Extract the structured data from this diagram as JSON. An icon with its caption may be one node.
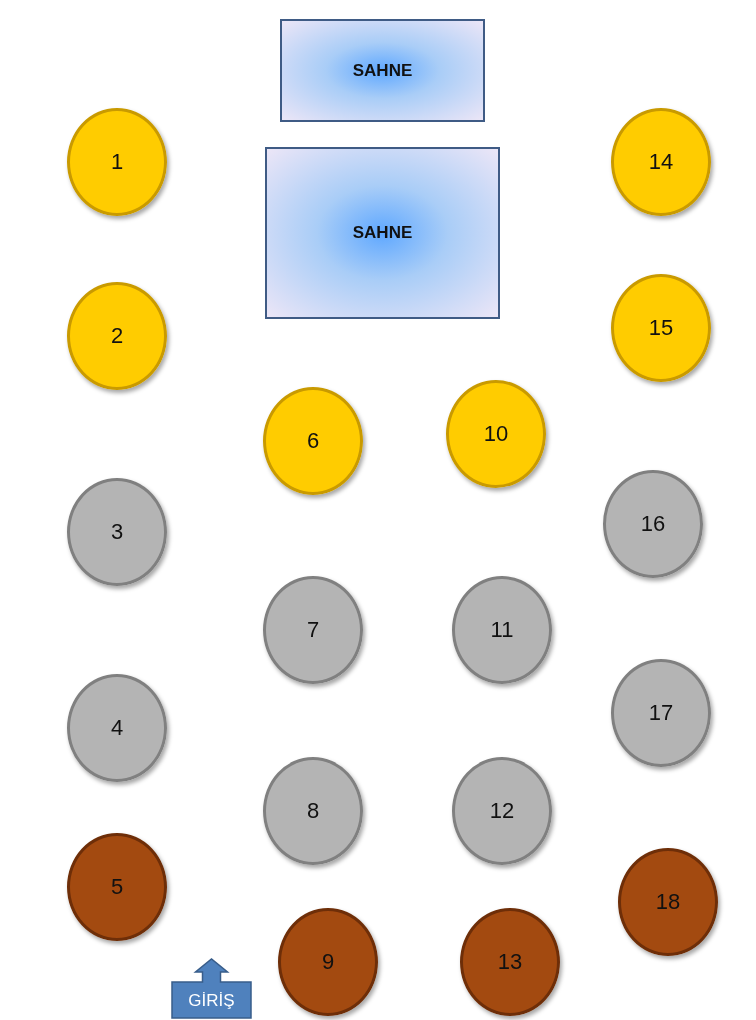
{
  "diagram": {
    "nodes": [
      {
        "text": [
          "SAHNE"
        ]
      },
      {
        "text": [
          "SAHNE"
        ]
      },
      {
        "text": [
          "1"
        ]
      },
      {
        "text": [
          "2"
        ]
      },
      {
        "text": [
          "3"
        ]
      },
      {
        "text": [
          "4"
        ]
      },
      {
        "text": [
          "5"
        ]
      },
      {
        "text": [
          "6"
        ]
      },
      {
        "text": [
          "7"
        ]
      },
      {
        "text": [
          "8"
        ]
      },
      {
        "text": [
          "9"
        ]
      },
      {
        "text": [
          "10"
        ]
      },
      {
        "text": [
          "11"
        ]
      },
      {
        "text": [
          "12"
        ]
      },
      {
        "text": [
          "13"
        ]
      },
      {
        "text": [
          "14"
        ]
      },
      {
        "text": [
          "15"
        ]
      },
      {
        "text": [
          "16"
        ]
      },
      {
        "text": [
          "17"
        ]
      },
      {
        "text": [
          "18"
        ]
      },
      {
        "text": [
          "GİRİŞ"
        ]
      }
    ]
  }
}
